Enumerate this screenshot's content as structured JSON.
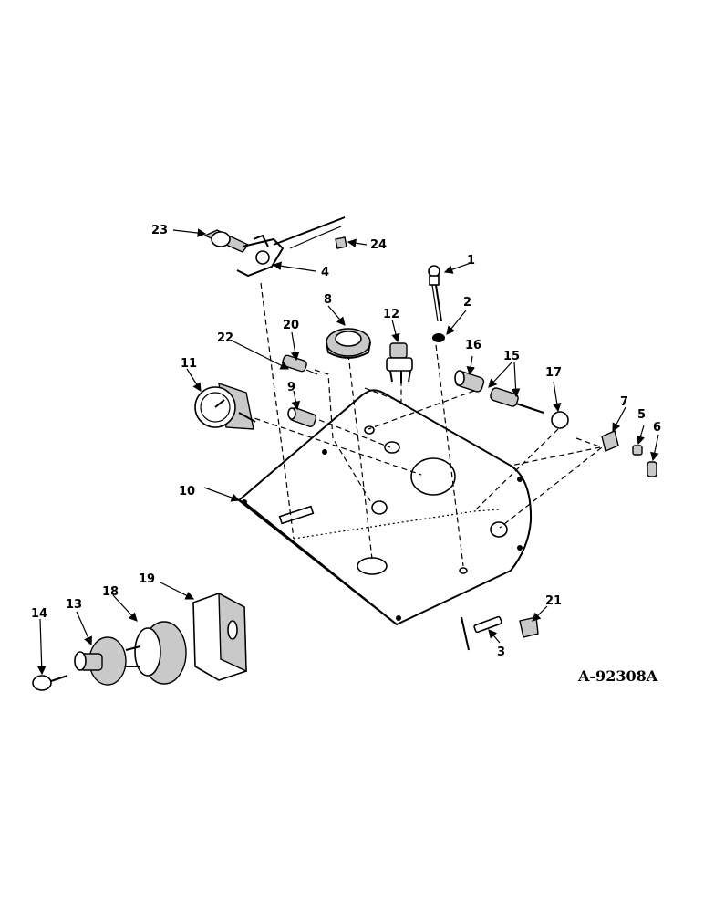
{
  "figure_ref": "A-92308A",
  "callouts": [
    "1",
    "2",
    "3",
    "4",
    "5",
    "6",
    "7",
    "8",
    "9",
    "10",
    "11",
    "12",
    "13",
    "14",
    "15",
    "16",
    "17",
    "18",
    "19",
    "20",
    "21",
    "22",
    "23",
    "24"
  ]
}
